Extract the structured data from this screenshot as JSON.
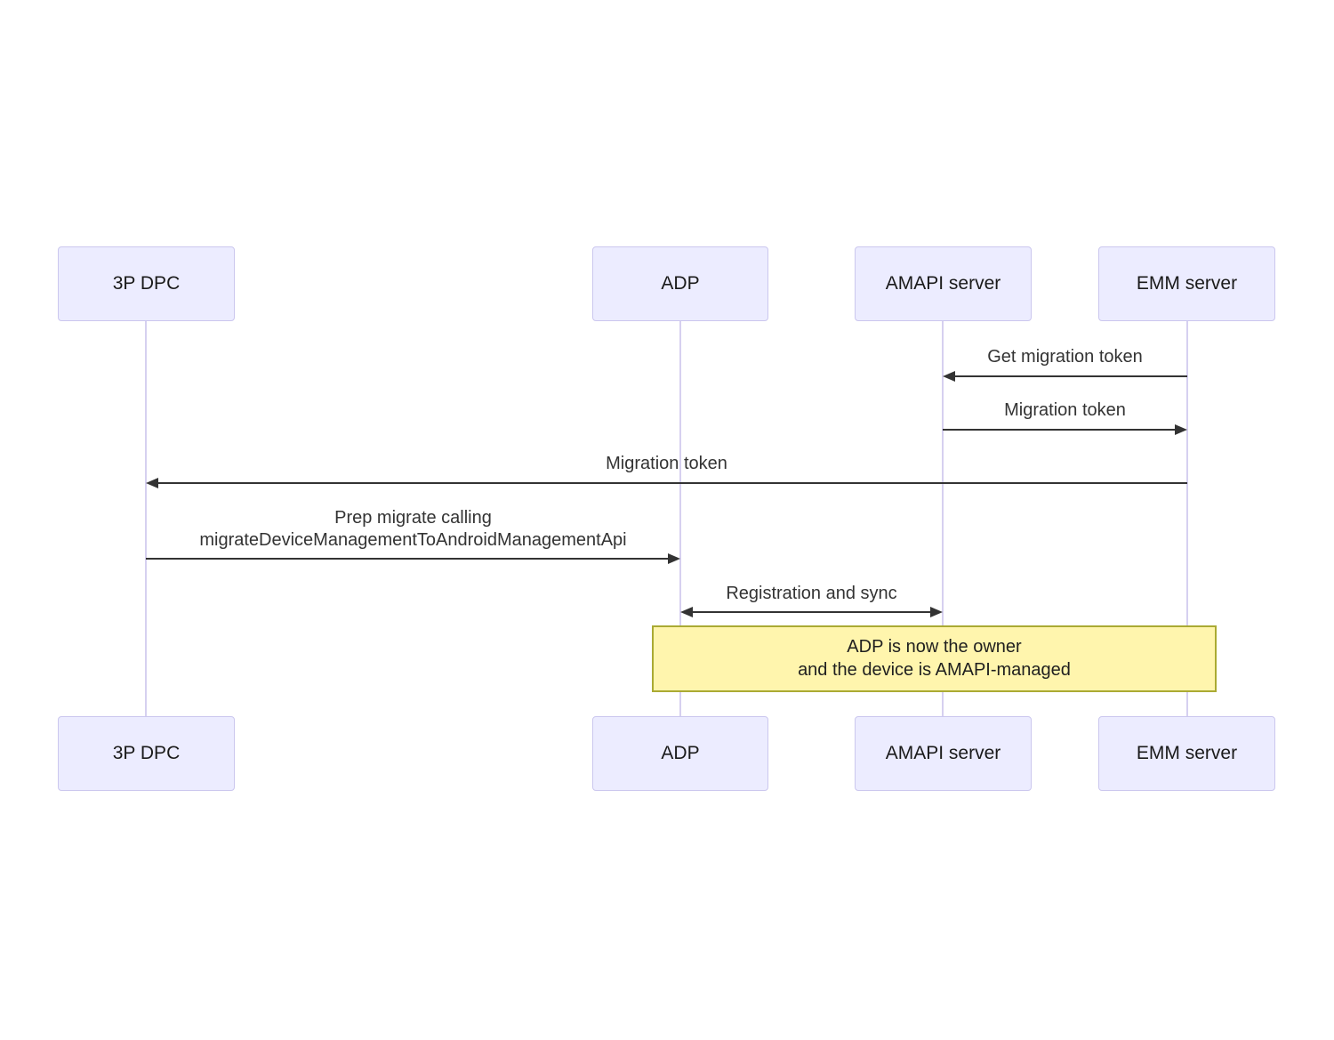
{
  "diagram": {
    "type": "sequence_diagram",
    "participants": [
      {
        "id": "3p-dpc",
        "label": "3P DPC"
      },
      {
        "id": "adp",
        "label": "ADP"
      },
      {
        "id": "amapi-server",
        "label": "AMAPI server"
      },
      {
        "id": "emm-server",
        "label": "EMM server"
      }
    ],
    "messages": [
      {
        "from": "EMM server",
        "to": "AMAPI server",
        "label": "Get migration token",
        "arrow": "solid",
        "direction": "left"
      },
      {
        "from": "AMAPI server",
        "to": "EMM server",
        "label": "Migration token",
        "arrow": "solid",
        "direction": "right"
      },
      {
        "from": "EMM server",
        "to": "3P DPC",
        "label": "Migration token",
        "arrow": "solid",
        "direction": "left"
      },
      {
        "from": "3P DPC",
        "to": "ADP",
        "label_line1": "Prep migrate calling",
        "label_line2": "migrateDeviceManagementToAndroidManagementApi",
        "arrow": "solid",
        "direction": "right"
      },
      {
        "from": "ADP",
        "to": "AMAPI server",
        "label": "Registration and sync",
        "arrow": "solid",
        "direction": "bidirectional"
      }
    ],
    "note": {
      "over": [
        "ADP",
        "EMM server"
      ],
      "line1": "ADP is now the owner",
      "line2": "and the device is AMAPI-managed"
    }
  },
  "colors": {
    "actor_fill": "#ececff",
    "actor_border": "#cbc7ee",
    "lifeline": "#d6d0f0",
    "arrow": "#333333",
    "note_fill": "#fff5ad",
    "note_border": "#aaaa33"
  }
}
